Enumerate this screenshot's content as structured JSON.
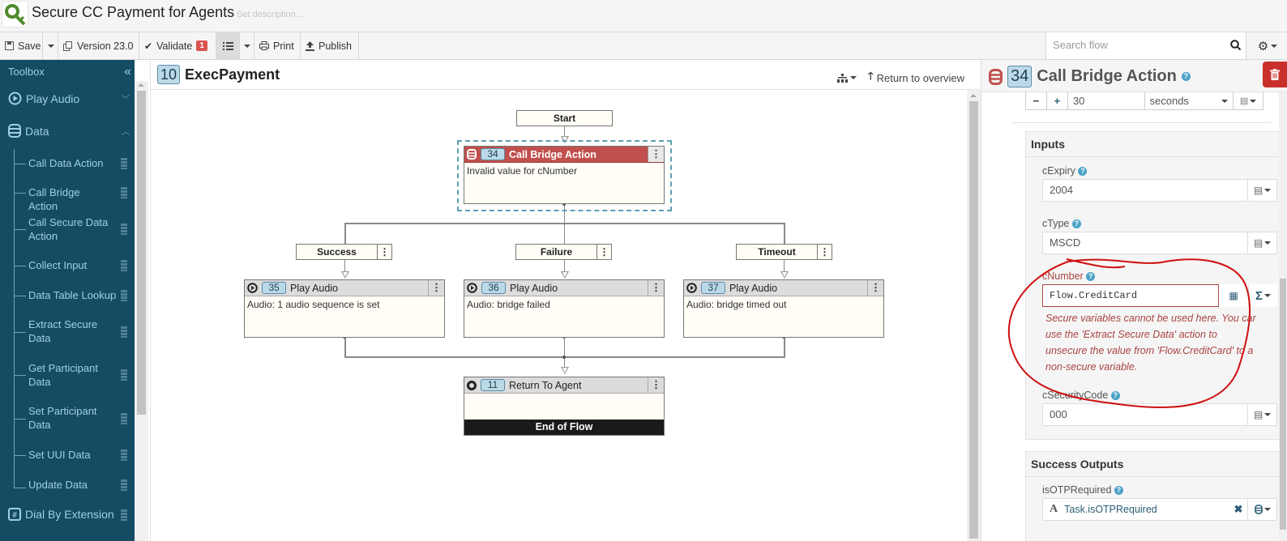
{
  "app": {
    "title": "Secure CC Payment for Agents",
    "description_placeholder": "Set description..."
  },
  "toolbar": {
    "save_label": "Save",
    "version_label": "Version 23.0",
    "validate_label": "Validate",
    "validate_count": "1",
    "print_label": "Print",
    "publish_label": "Publish",
    "search_placeholder": "Search flow"
  },
  "sidebar": {
    "title": "Toolbox",
    "categories": [
      {
        "label": "Play Audio",
        "icon": "play-circle-icon",
        "expanded": false
      },
      {
        "label": "Data",
        "icon": "database-icon",
        "expanded": true
      },
      {
        "label": "Dial By Extension",
        "icon": "hash-icon",
        "expanded": false
      }
    ],
    "data_items": [
      "Call Data Action",
      "Call Bridge Action",
      "Call Secure Data Action",
      "Collect Input",
      "Data Table Lookup",
      "Extract Secure Data",
      "Get Participant Data",
      "Set Participant Data",
      "Set UUI Data",
      "Update Data"
    ]
  },
  "canvas": {
    "task_number": "10",
    "task_name": "ExecPayment",
    "return_label": "Return to overview",
    "start_label": "Start",
    "bridge_node": {
      "number": "34",
      "title": "Call Bridge Action",
      "body": "Invalid value for cNumber",
      "status": "error"
    },
    "paths": [
      {
        "label": "Success"
      },
      {
        "label": "Failure"
      },
      {
        "label": "Timeout"
      }
    ],
    "audio_nodes": [
      {
        "number": "35",
        "title": "Play Audio",
        "body": "Audio: 1 audio sequence is set"
      },
      {
        "number": "36",
        "title": "Play Audio",
        "body": "Audio: bridge failed"
      },
      {
        "number": "37",
        "title": "Play Audio",
        "body": "Audio: bridge timed out"
      }
    ],
    "end_node": {
      "number": "11",
      "title": "Return To Agent",
      "footer": "End of Flow"
    }
  },
  "panel": {
    "number": "34",
    "title": "Call Bridge Action",
    "timeout": {
      "value": "30",
      "unit": "seconds"
    },
    "inputs_title": "Inputs",
    "inputs": [
      {
        "label": "cExpiry",
        "value": "2004"
      },
      {
        "label": "cType",
        "value": "MSCD"
      },
      {
        "label": "cNumber",
        "value": "Flow.CreditCard",
        "error": "Secure variables cannot be used here. You can use the 'Extract Secure Data' action to unsecure the value from 'Flow.CreditCard' to a non-secure variable."
      },
      {
        "label": "cSecurityCode",
        "value": "000"
      }
    ],
    "error_lines": [
      "Secure variables cannot be used here. You car",
      "use the 'Extract Secure Data' action to",
      "unsecure the value from 'Flow.CreditCard' to a",
      "non-secure variable."
    ],
    "outputs_title": "Success Outputs",
    "outputs": [
      {
        "label": "isOTPRequired",
        "value": "Task.isOTPRequired"
      }
    ]
  },
  "colors": {
    "sidebar_bg": "#154b63",
    "error_red": "#c0504d",
    "delete_red": "#c9302c",
    "badge_blue": "#bcd9e8",
    "selection_dash": "#5aa1b5",
    "annotation_red": "#d01010"
  }
}
